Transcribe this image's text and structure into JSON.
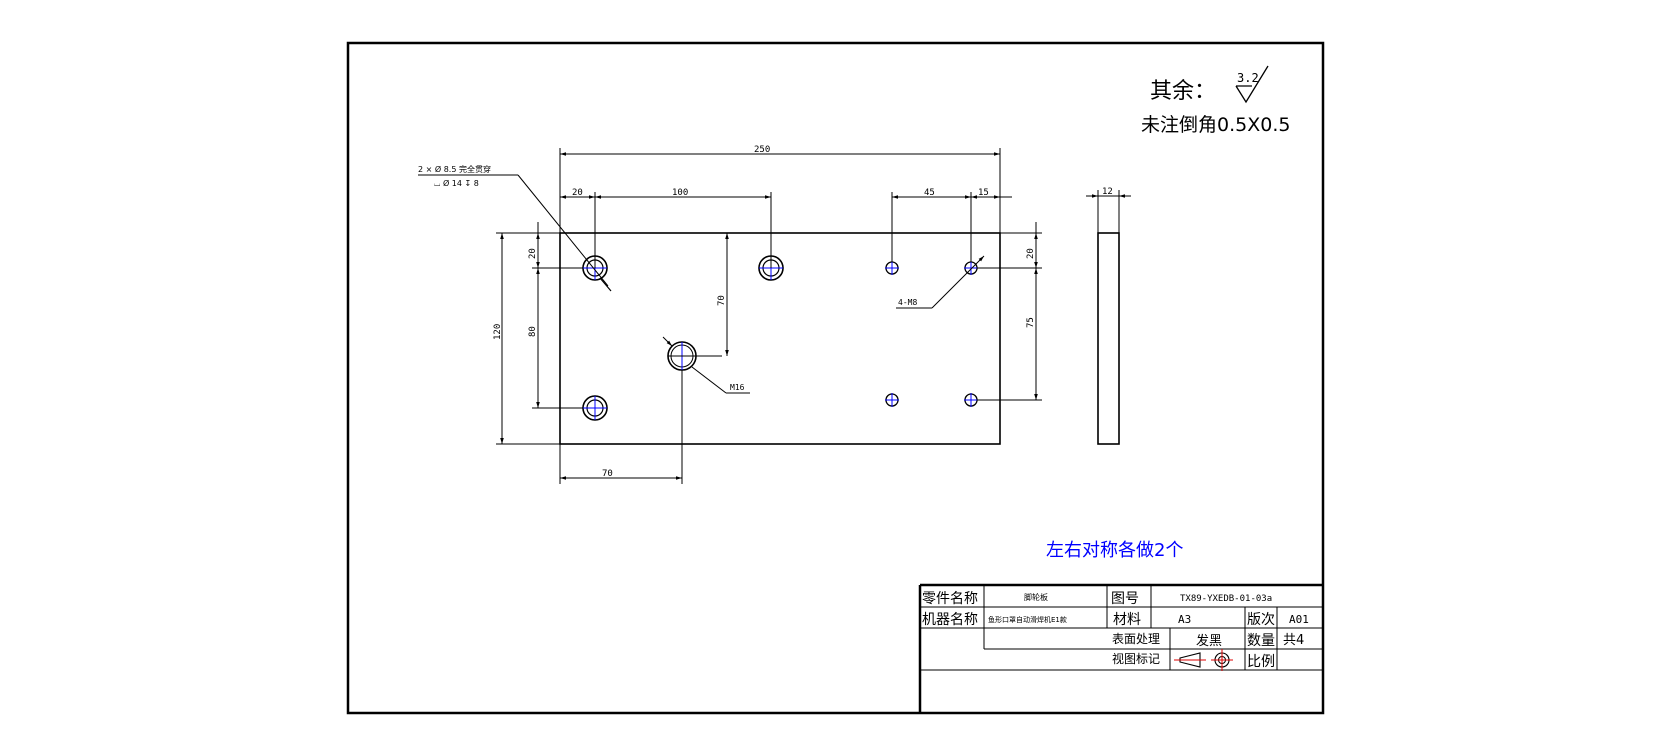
{
  "notes": {
    "roughness_prefix": "其余：",
    "roughness_value": "3.2",
    "chamfer_note": "未注倒角0.5X0.5",
    "symmetry_note": "左右对称各做2个"
  },
  "callouts": {
    "hole_spec_line1": "2 × Ø 8.5 完全贯穿",
    "hole_spec_line2": "⌴ Ø 14 ↧ 8",
    "tapped_holes": "4-M8",
    "center_hole": "M16"
  },
  "dimensions": {
    "overall_width": "250",
    "left_offset": "20",
    "hole_spacing": "100",
    "right_spacing": "45",
    "right_offset": "15",
    "height": "120",
    "left_top_offset": "20",
    "left_vertical_spacing": "80",
    "center_hole_depth": "70",
    "right_top_offset": "20",
    "right_vertical_spacing": "75",
    "center_hole_x": "70",
    "thickness": "12"
  },
  "title_block": {
    "part_name_label": "零件名称",
    "part_name_value": "脚轮板",
    "drawing_no_label": "图号",
    "drawing_no_value": "TX89-YXEDB-01-03a",
    "machine_name_label": "机器名称",
    "machine_name_value": "鱼形口罩自动滑焊机E1款",
    "material_label": "材料",
    "material_value": "A3",
    "revision_label": "版次",
    "revision_value": "A01",
    "surface_label": "表面处理",
    "surface_value": "发黑",
    "quantity_label": "数量",
    "quantity_value": "共4",
    "view_label": "视图标记",
    "scale_label": "比例"
  }
}
